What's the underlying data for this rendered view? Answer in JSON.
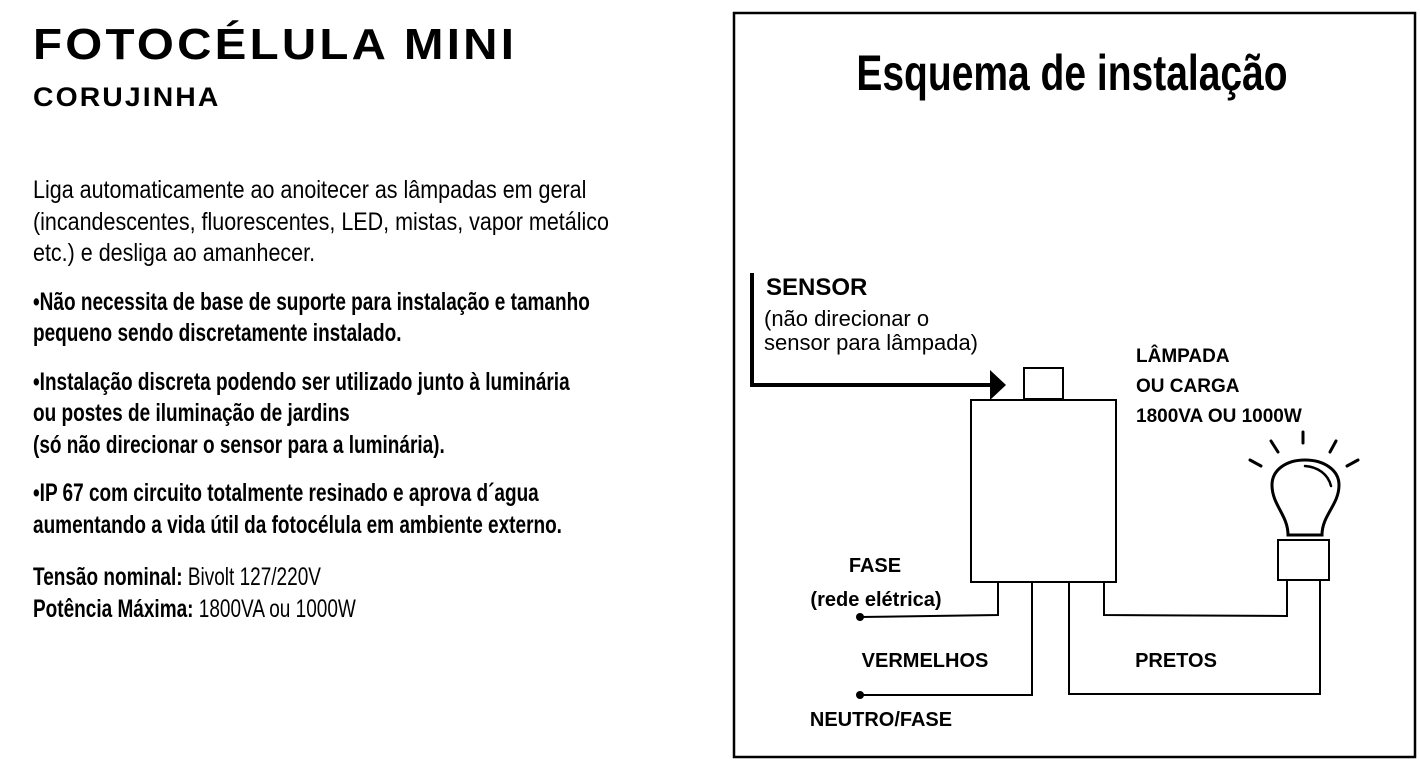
{
  "product": {
    "title": "FOTOCÉLULA MINI",
    "subtitle": "CORUJINHA",
    "description_lines": [
      "Liga automaticamente ao anoitecer as lâmpadas em geral",
      "(incandescentes, fluorescentes, LED, mistas, vapor metálico",
      "etc.) e desliga ao amanhecer."
    ],
    "bullets": [
      {
        "lines": [
          "Não necessita de base de suporte para instalação e tamanho",
          "pequeno sendo discretamente instalado."
        ]
      },
      {
        "lines": [
          "Instalação discreta podendo ser utilizado junto à luminária",
          "ou postes de iluminação de jardins",
          "(só não direcionar o sensor para a luminária)."
        ]
      },
      {
        "lines": [
          "IP 67 com circuito totalmente resinado e aprova d´agua",
          "aumentando a vida útil da fotocélula em ambiente externo."
        ]
      }
    ],
    "bullet_symbol": "•",
    "specs": [
      {
        "label": "Tensão nominal:",
        "value": "Bivolt 127/220V"
      },
      {
        "label": "Potência Máxima:",
        "value": "1800VA ou 1000W"
      }
    ]
  },
  "diagram": {
    "title": "Esquema de instalação",
    "sensor_label": "SENSOR",
    "sensor_note_lines": [
      "(não direcionar o",
      "sensor para lâmpada)"
    ],
    "lamp_lines": [
      "LÂMPADA",
      "OU CARGA",
      "1800VA OU 1000W"
    ],
    "fase_label": "FASE",
    "fase_note": "(rede elétrica)",
    "red_wires_label": "VERMELHOS",
    "black_wires_label": "PRETOS",
    "neutral_label": "NEUTRO/FASE"
  }
}
